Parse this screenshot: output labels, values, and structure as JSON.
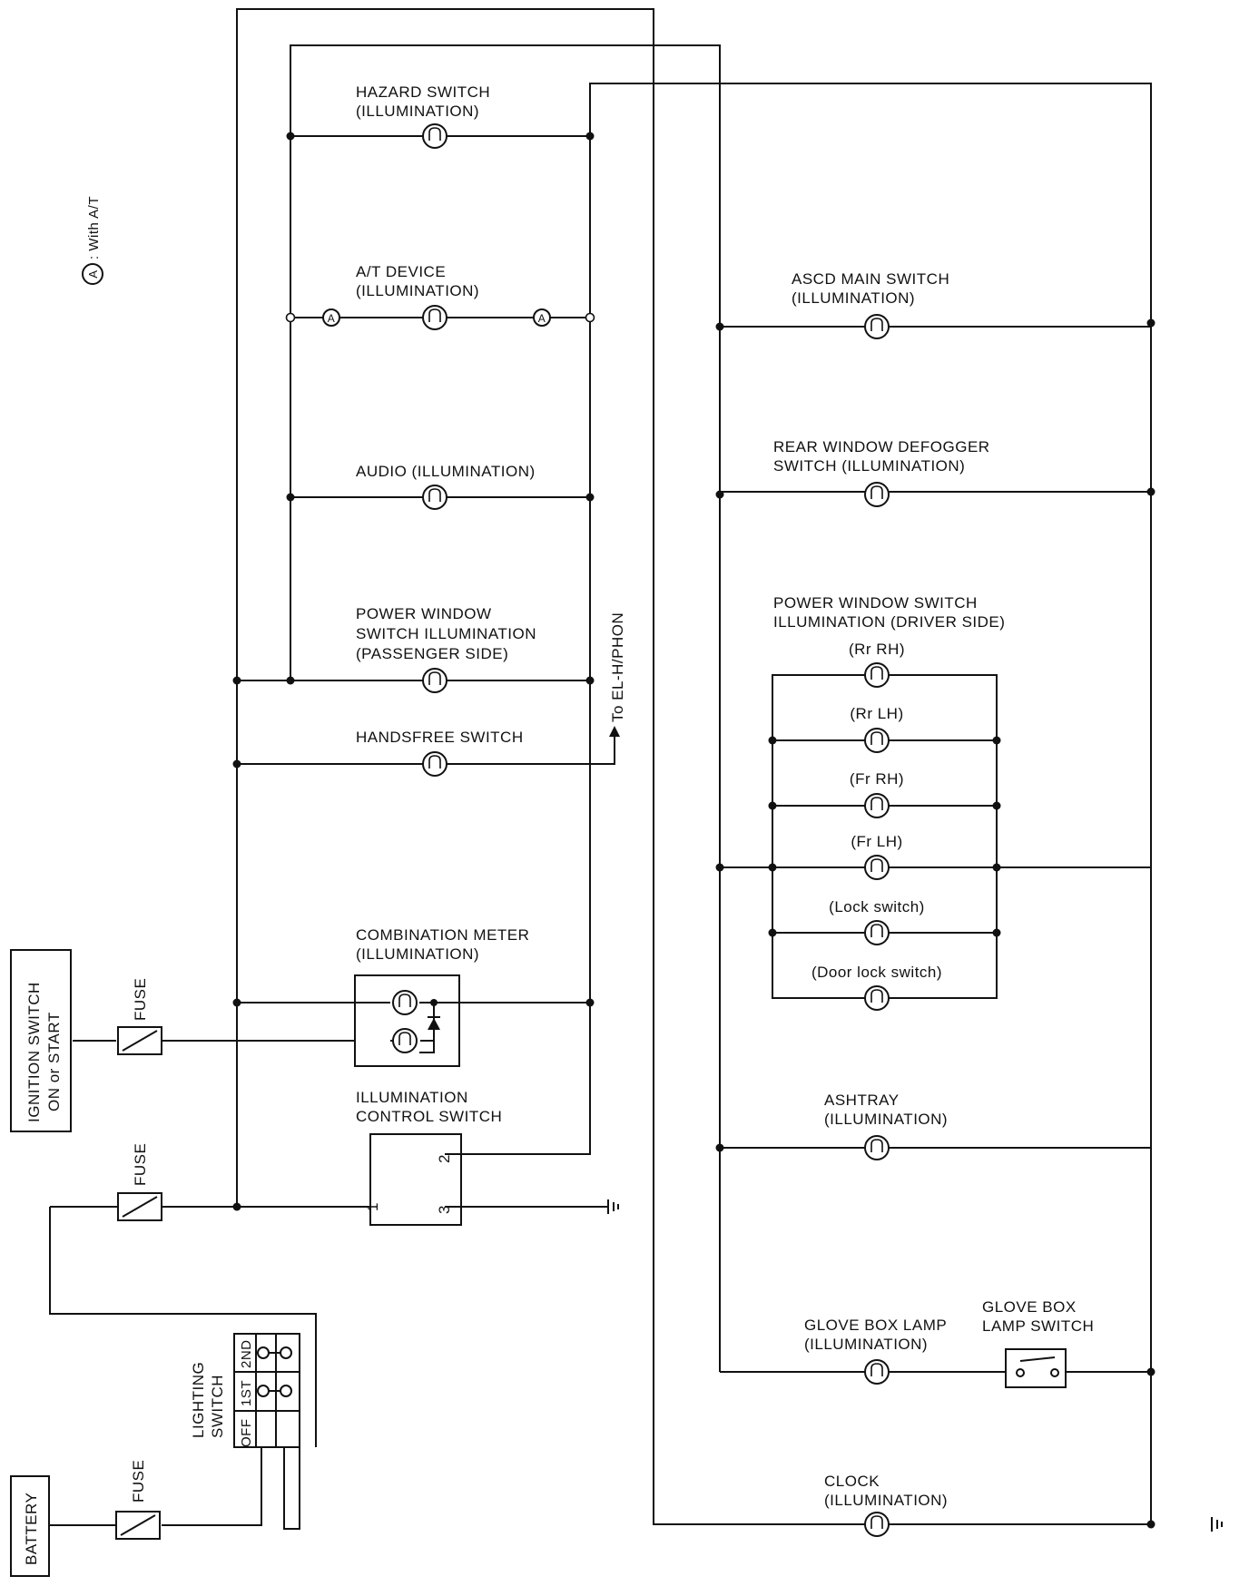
{
  "note": {
    "symbol": "A",
    "text": ": With A/T"
  },
  "components": {
    "hazard": [
      "HAZARD SWITCH",
      "(ILLUMINATION)"
    ],
    "at_device": [
      "A/T DEVICE",
      "(ILLUMINATION)"
    ],
    "audio": [
      "AUDIO (ILLUMINATION)"
    ],
    "pw_passenger": [
      "POWER WINDOW",
      "SWITCH ILLUMINATION",
      "(PASSENGER SIDE)"
    ],
    "handsfree": [
      "HANDSFREE SWITCH"
    ],
    "to_el": "To EL-H/PHON",
    "combination_meter": [
      "COMBINATION METER",
      "(ILLUMINATION)"
    ],
    "illum_control": [
      "ILLUMINATION",
      "CONTROL SWITCH"
    ],
    "illum_control_pins": [
      "1",
      "2",
      "3"
    ],
    "ignition": [
      "IGNITION SWITCH",
      "ON or START"
    ],
    "fuse": "FUSE",
    "lighting_switch": [
      "LIGHTING",
      "SWITCH"
    ],
    "lighting_positions": [
      "OFF",
      "1ST",
      "2ND"
    ],
    "battery": "BATTERY",
    "ascd": [
      "ASCD MAIN SWITCH",
      "(ILLUMINATION)"
    ],
    "rear_defogger": [
      "REAR WINDOW DEFOGGER",
      "SWITCH (ILLUMINATION)"
    ],
    "pw_driver": [
      "POWER WINDOW SWITCH",
      "ILLUMINATION (DRIVER SIDE)"
    ],
    "pw_driver_items": [
      "(Rr RH)",
      "(Rr LH)",
      "(Fr RH)",
      "(Fr LH)",
      "(Lock switch)",
      "(Door lock switch)"
    ],
    "ashtray": [
      "ASHTRAY",
      "(ILLUMINATION)"
    ],
    "glove_box_lamp": [
      "GLOVE BOX LAMP",
      "(ILLUMINATION)"
    ],
    "glove_box_switch": [
      "GLOVE BOX",
      "LAMP SWITCH"
    ],
    "clock": [
      "CLOCK",
      "(ILLUMINATION)"
    ]
  }
}
